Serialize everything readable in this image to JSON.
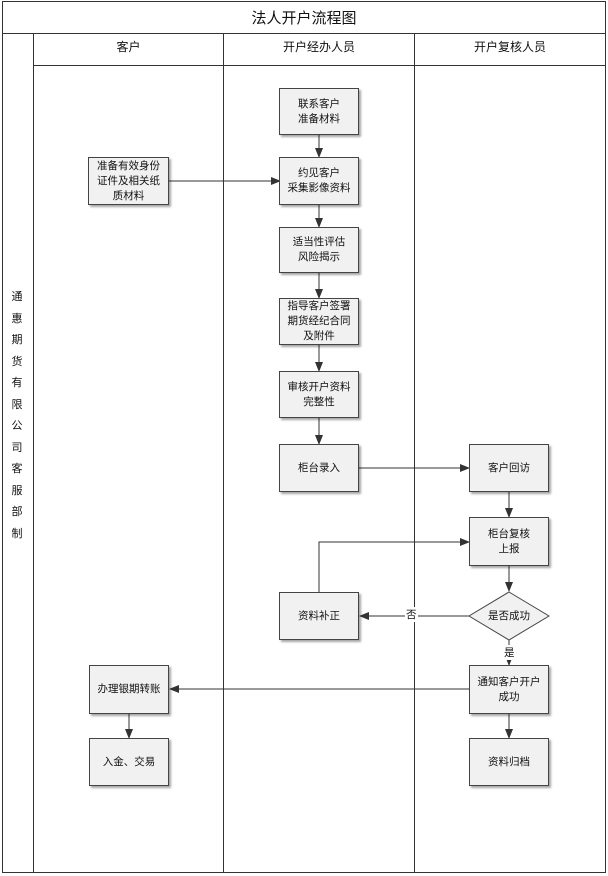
{
  "title": "法人开户流程图",
  "organization": "通\n惠\n期\n货\n有\n限\n公\n司\n客\n服\n部\n制",
  "lanes": {
    "customer": "客户",
    "handler": "开户经办人员",
    "reviewer": "开户复核人员"
  },
  "nodes": {
    "contact": "联系客户\n准备材料",
    "prepare_docs": "准备有效身份\n证件及相关纸\n质材料",
    "meet": "约见客户\n采集影像资料",
    "assess": "适当性评估\n风险揭示",
    "sign": "指导客户签署\n期货经纪合同\n及附件",
    "check": "审核开户资料\n完整性",
    "counter_entry": "柜台录入",
    "callback": "客户回访",
    "counter_review": "柜台复核\n上报",
    "success_q": "是否成功",
    "supplement": "资料补正",
    "notify": "通知客户开户\n成功",
    "bank_link": "办理银期转账",
    "deposit_trade": "入金、交易",
    "archive": "资料归档"
  },
  "edge_labels": {
    "no": "否",
    "yes": "是"
  }
}
